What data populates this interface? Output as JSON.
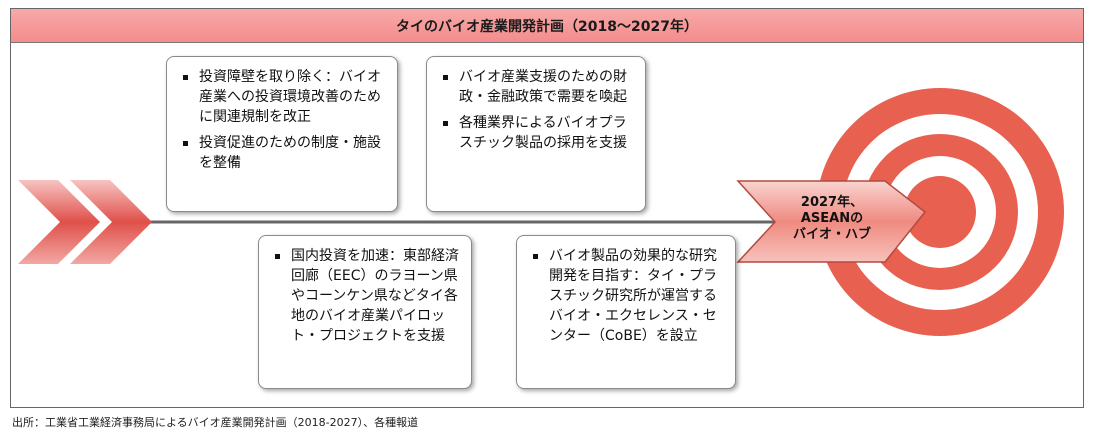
{
  "title": "タイのバイオ産業開発計画（2018～2027年）",
  "boxes": {
    "top_left": [
      "投資障壁を取り除く：バイオ産業への投資環境改善のために関連規制を改正",
      "投資促進のための制度・施設を整備"
    ],
    "top_right": [
      "バイオ産業支援のための財政・金融政策で需要を喚起",
      "各種業界によるバイオプラスチック製品の採用を支援"
    ],
    "bottom_left": [
      "国内投資を加速：東部経済回廊（EEC）のラヨーン県やコーンケン県などタイ各地のバイオ産業パイロット・プロジェクトを支援"
    ],
    "bottom_right": [
      "バイオ製品の効果的な研究開発を目指す：タイ・プラスチック研究所が運営するバイオ・エクセレンス・センター（CoBE）を設立"
    ]
  },
  "goal": {
    "line1": "2027年、",
    "line2": "ASEANの",
    "line3": "バイオ・ハブ"
  },
  "source": "出所：工業省工業経済事務局によるバイオ産業開発計画（2018-2027）、各種報道",
  "colors": {
    "title_bg": "#f59a9a",
    "chevron": "#e0504a",
    "target_red": "#e8604f",
    "timeline": "#666666"
  }
}
